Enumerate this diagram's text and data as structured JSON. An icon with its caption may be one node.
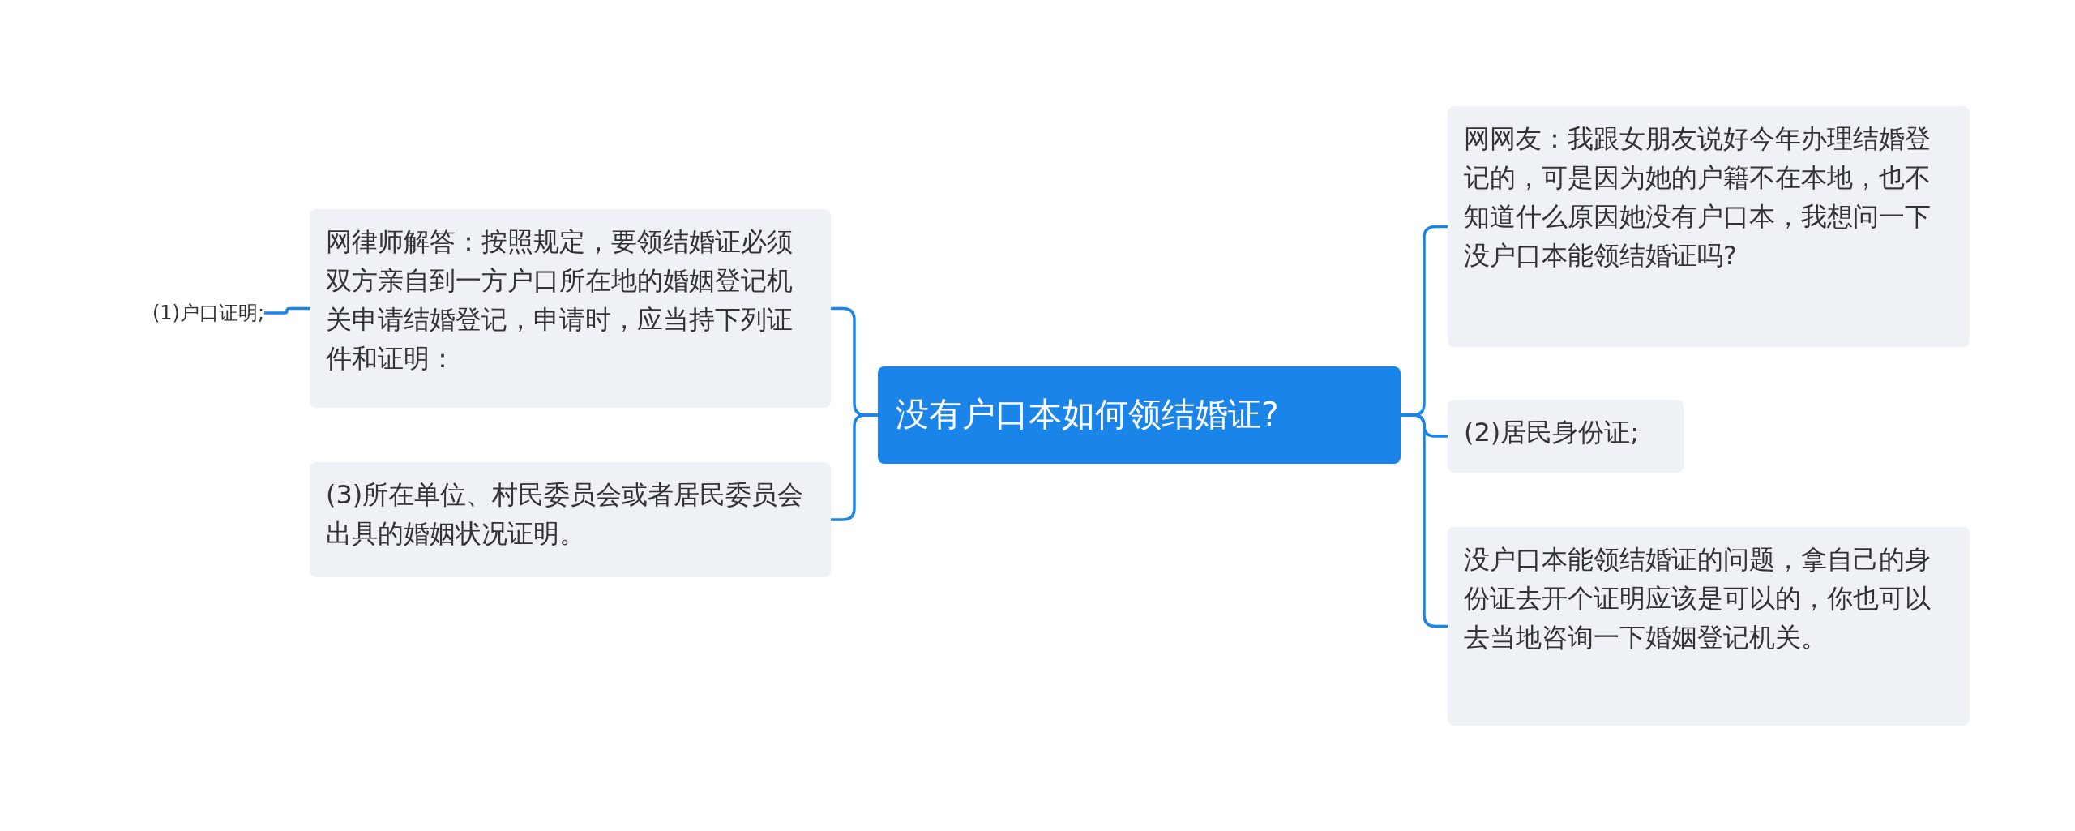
{
  "diagram": {
    "nodes": [
      {
        "text": [
          "没有户口本如何领结婚证?"
        ]
      },
      {
        "text": [
          "网律师解答：按照规定，要领结婚证必须双方亲自到一方户口所在地的婚姻登记机关申请结婚登记，申请时，应当持下列证件和证明："
        ]
      },
      {
        "text": [
          "(1)户口证明;"
        ]
      },
      {
        "text": [
          "(3)所在单位、村民委员会或者居民委员会出具的婚姻状况证明。"
        ]
      },
      {
        "text": [
          "网网友：我跟女朋友说好今年办理结婚登记的，可是因为她的户籍不在本地，也不知道什么原因她没有户口本，我想问一下没户口本能领结婚证吗?"
        ]
      },
      {
        "text": [
          "(2)居民身份证;"
        ]
      },
      {
        "text": [
          "没户口本能领结婚证的问题，拿自己的身份证去开个证明应该是可以的，你也可以去当地咨询一下婚姻登记机关。"
        ]
      }
    ],
    "edges": [
      {
        "from": 0,
        "to": 1,
        "arrow": "none"
      },
      {
        "from": 1,
        "to": 2,
        "arrow": "none"
      },
      {
        "from": 0,
        "to": 3,
        "arrow": "none"
      },
      {
        "from": 0,
        "to": 4,
        "arrow": "none"
      },
      {
        "from": 0,
        "to": 5,
        "arrow": "none"
      },
      {
        "from": 0,
        "to": 6,
        "arrow": "none"
      }
    ]
  }
}
